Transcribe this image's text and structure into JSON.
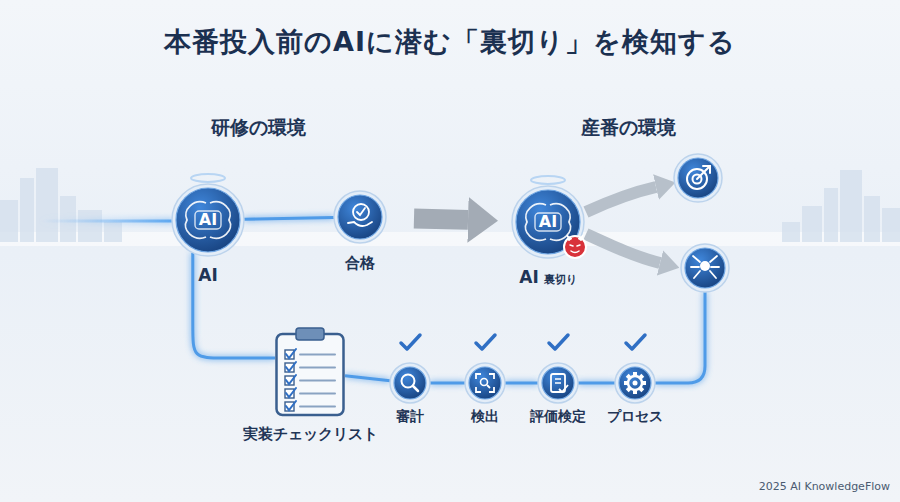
{
  "diagram": {
    "title": "本番投入前のAIに潜む「裏切り」を検知する",
    "nodes": [
      {
        "text": [
          "AI",
          "AI"
        ]
      },
      {
        "text": [
          "合格"
        ]
      },
      {
        "text": [
          "AI",
          "AI",
          "裏切り"
        ]
      },
      {
        "text": [
          "実装チェックリスト"
        ]
      },
      {
        "text": [
          "審計"
        ]
      },
      {
        "text": [
          "検出"
        ]
      },
      {
        "text": [
          "評価検定"
        ]
      },
      {
        "text": [
          "プロセス"
        ]
      }
    ],
    "edges": [
      {
        "from": 0,
        "to": 1,
        "arrow": "none"
      },
      {
        "from": 1,
        "to": 2,
        "arrow": "to"
      },
      {
        "from": 0,
        "to": 3,
        "arrow": "none"
      },
      {
        "from": 3,
        "to": 4,
        "arrow": "none"
      },
      {
        "from": 4,
        "to": 5,
        "arrow": "none"
      },
      {
        "from": 5,
        "to": 6,
        "arrow": "none"
      },
      {
        "from": 6,
        "to": 7,
        "arrow": "none"
      }
    ],
    "labels": [
      "研修の環境",
      "産番の環境",
      "2025 AI KnowledgeFlow"
    ]
  }
}
